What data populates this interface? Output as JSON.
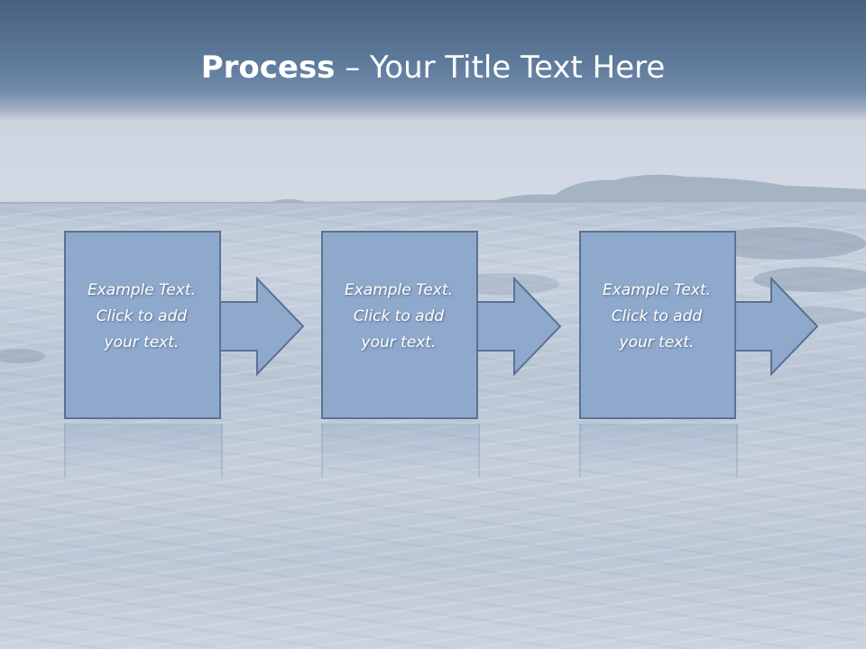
{
  "slide": {
    "title_bold": "Process",
    "title_rest": " – Your Title Text Here"
  },
  "steps": [
    {
      "lines": [
        "Example Text.",
        "Click  to add",
        "your text."
      ]
    },
    {
      "lines": [
        "Example Text.",
        "Click  to add",
        "your text."
      ]
    },
    {
      "lines": [
        "Example Text.",
        "Click  to add",
        "your text."
      ]
    }
  ],
  "colors": {
    "title_band": "#4f6a8b",
    "box_fill": "#8ea9cc",
    "box_border": "#5c7193",
    "text": "#ffffff"
  }
}
